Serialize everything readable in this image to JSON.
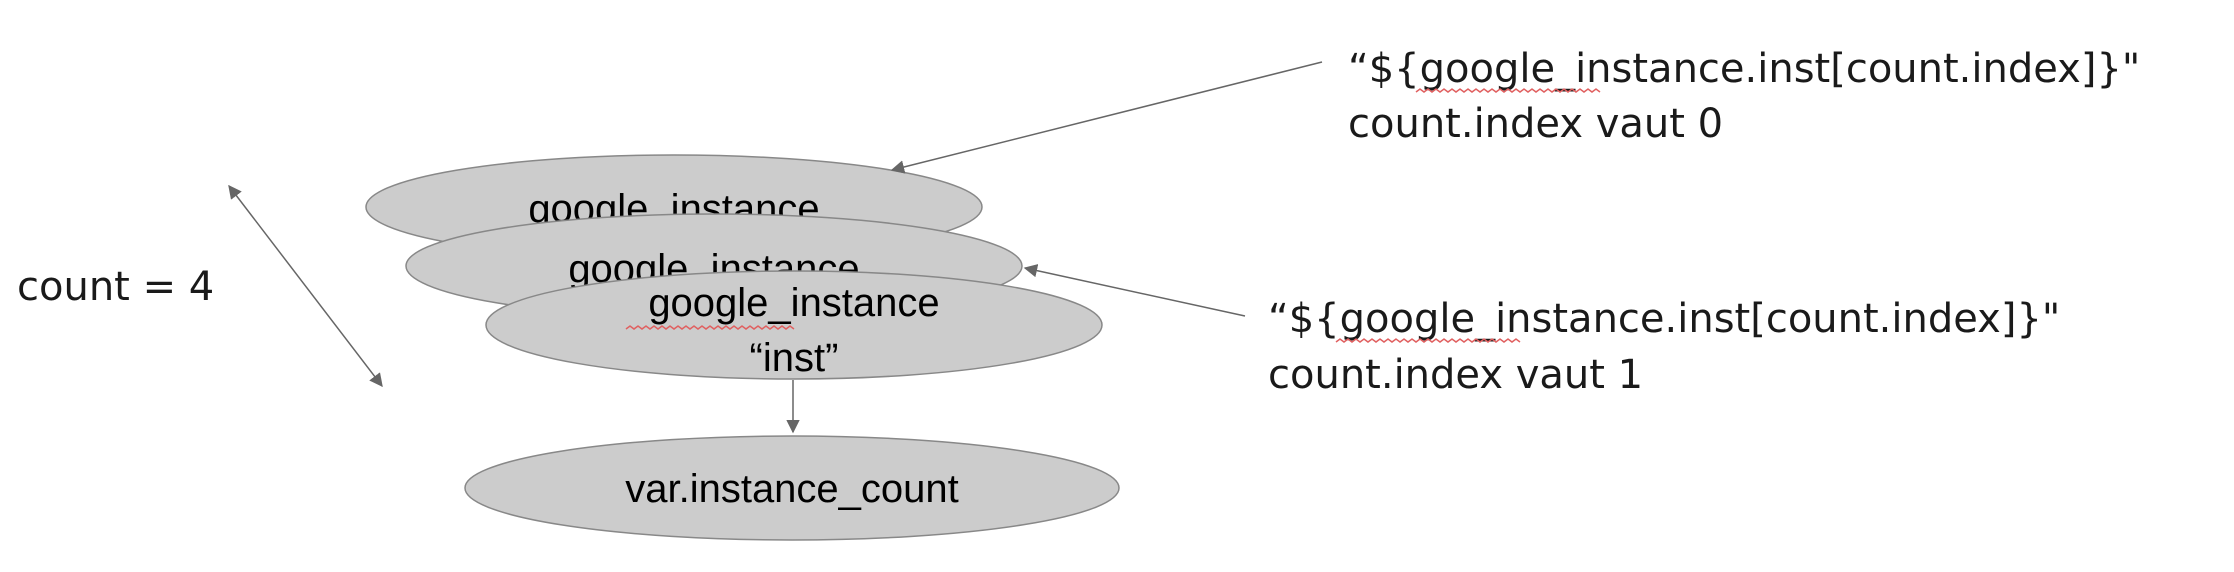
{
  "nodes": {
    "back": "google_instance",
    "middle": "google_instance",
    "front_line1": "google_instance",
    "front_line2": "“inst”",
    "bottom": "var.instance_count"
  },
  "labels": {
    "count": "count = 4",
    "top_line1": "“${google_instance.inst[count.index]}\"",
    "top_line2": "count.index vaut 0",
    "mid_line1": "“${google_instance.inst[count.index]}\"",
    "mid_line2": "count.index vaut 1"
  },
  "colors": {
    "ellipse_fill": "#cccccc",
    "ellipse_stroke": "#888888",
    "arrow": "#666666",
    "spell_underline": "#e06060"
  }
}
